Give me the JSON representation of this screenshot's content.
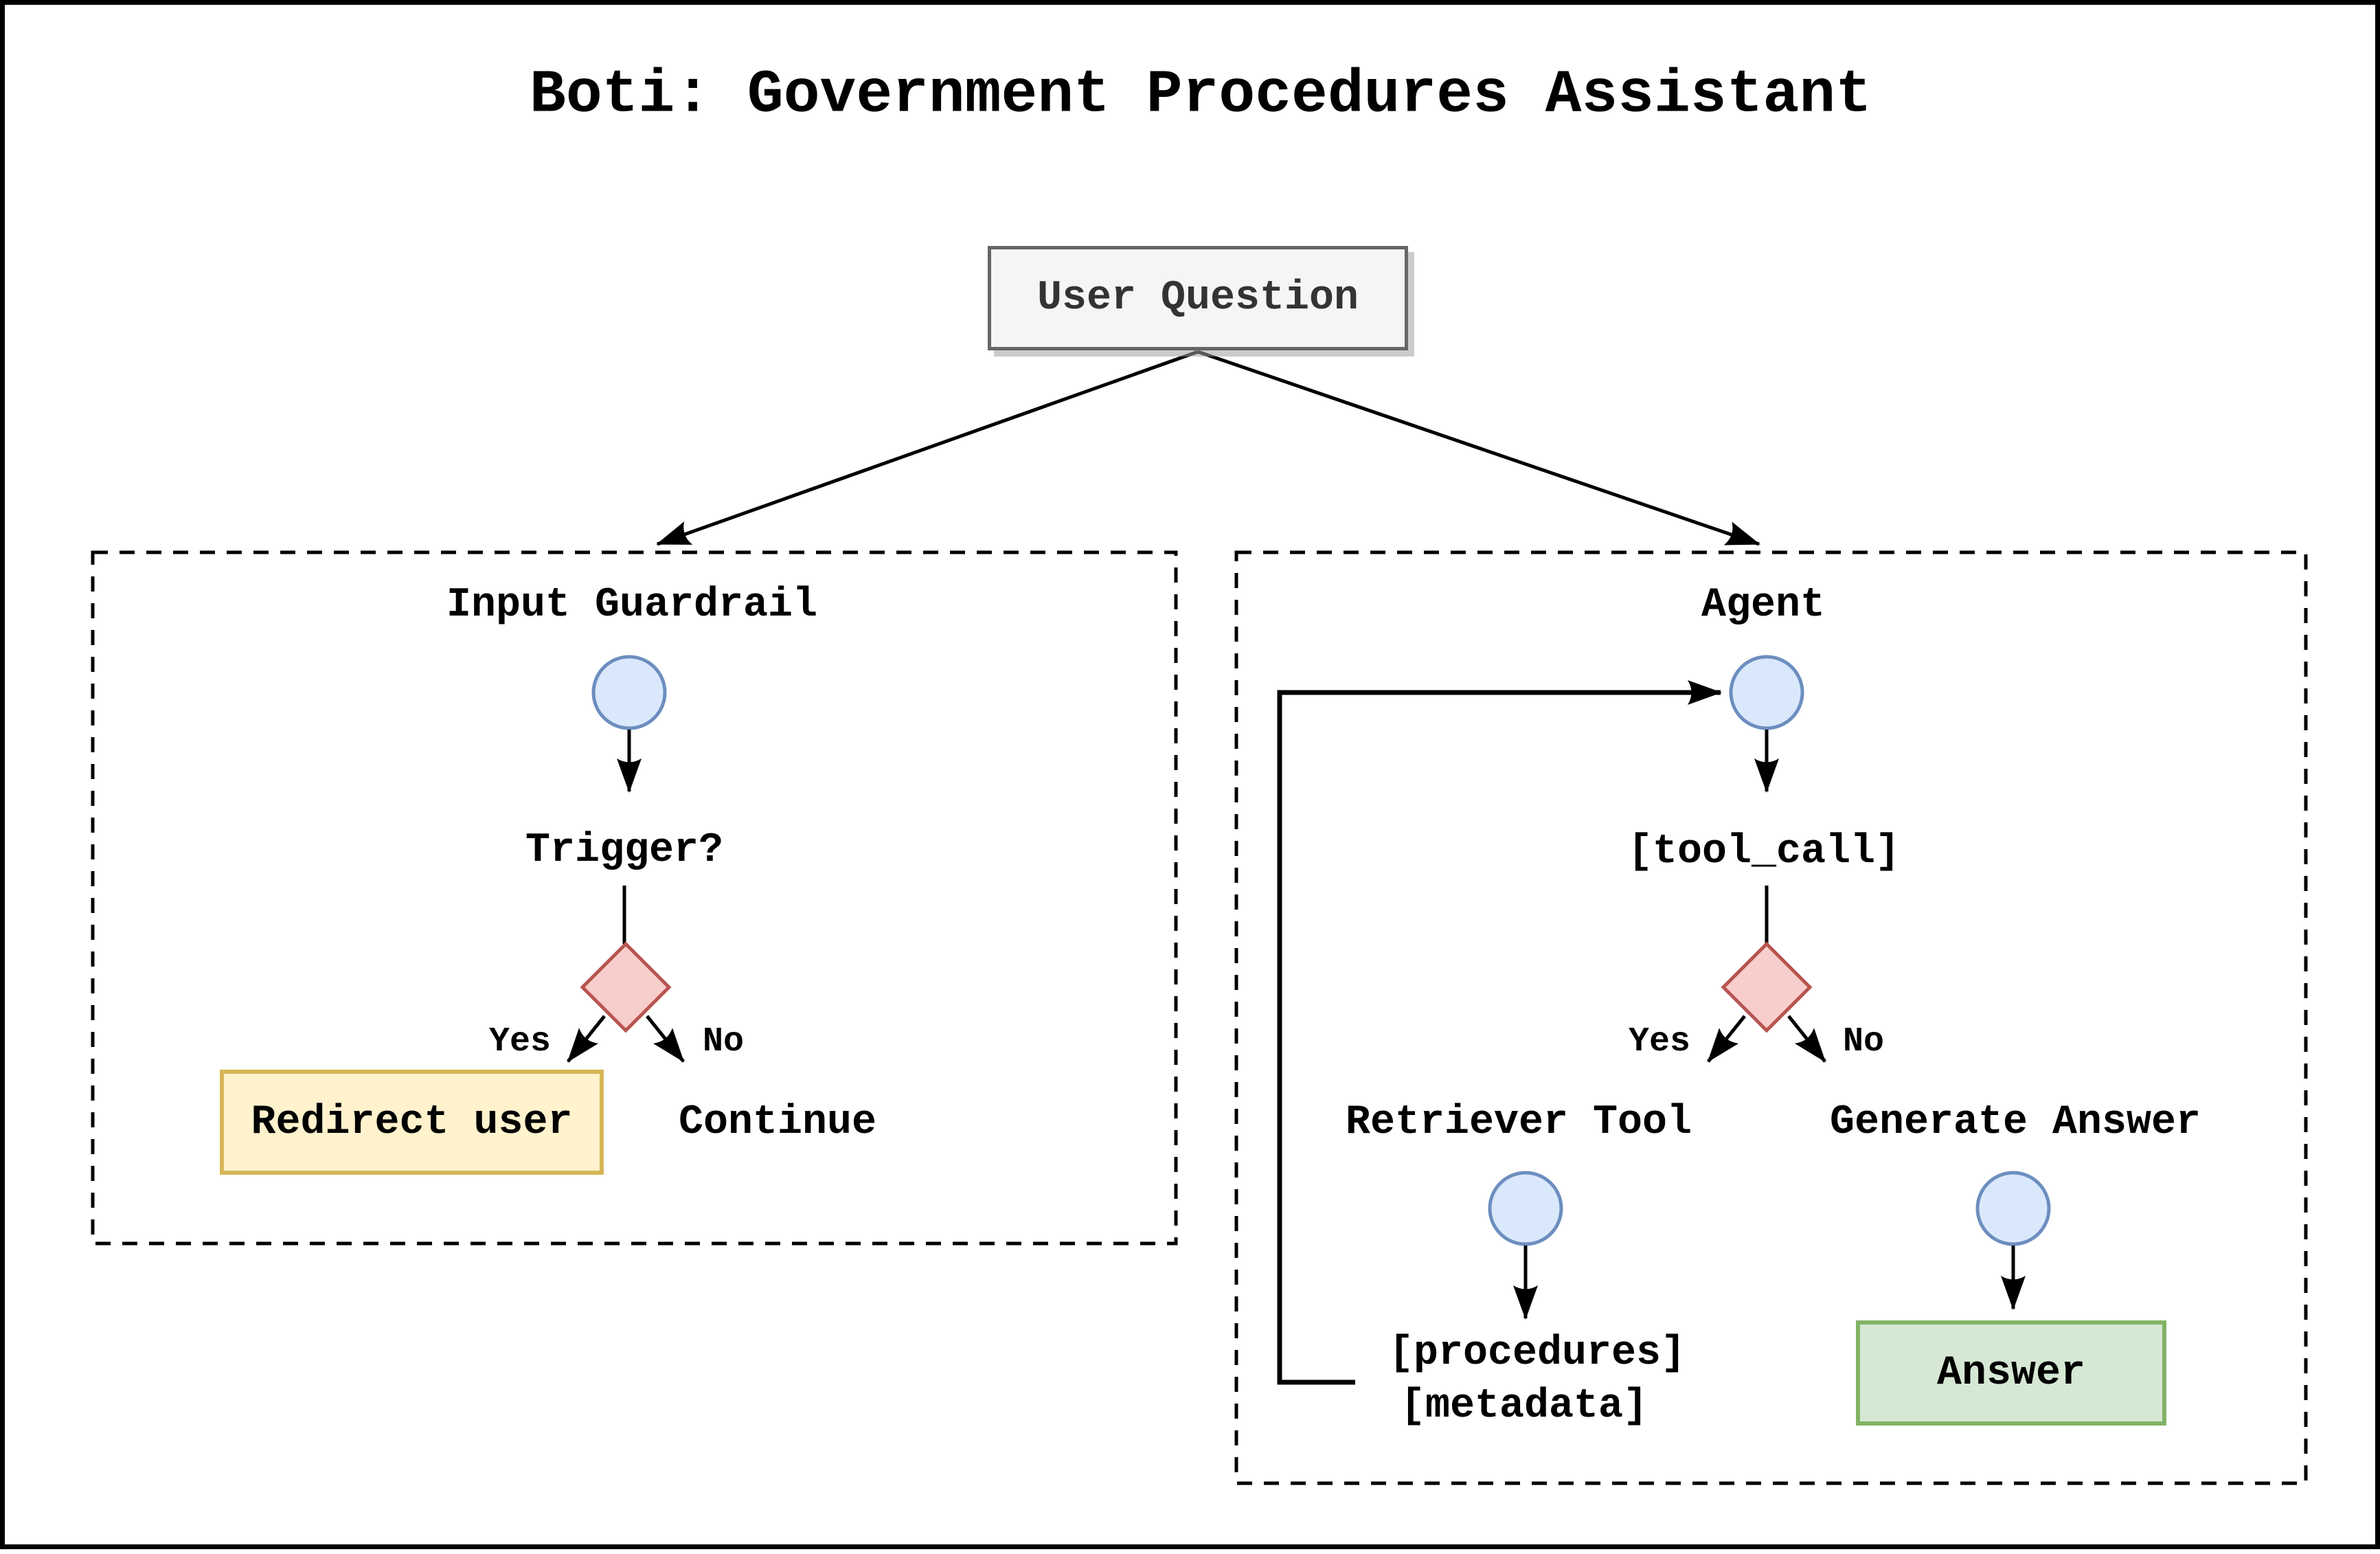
{
  "title": "Boti: Government Procedures Assistant",
  "user_question": {
    "label": "User Question"
  },
  "guardrail": {
    "section_label": "Input Guardrail",
    "decision_label": "Trigger?",
    "yes_label": "Yes",
    "no_label": "No",
    "redirect_label": "Redirect user",
    "continue_label": "Continue"
  },
  "agent": {
    "section_label": "Agent",
    "tool_call_label": "[tool_call]",
    "yes_label": "Yes",
    "no_label": "No",
    "retriever_label": "Retriever Tool",
    "generate_label": "Generate Answer",
    "procedures_label": "[procedures]",
    "metadata_label": "[metadata]",
    "answer_label": "Answer"
  },
  "colors": {
    "line": "#000000",
    "state_fill": "#dae8fc",
    "state_stroke": "#6c8ebf",
    "decision_fill": "#f8cecc",
    "decision_stroke": "#b85450",
    "redirect_fill": "#fff2cc",
    "redirect_stroke": "#d6b656",
    "answer_fill": "#d5e8d4",
    "answer_stroke": "#82b366",
    "question_fill": "#f5f5f5",
    "question_stroke": "#666666"
  }
}
